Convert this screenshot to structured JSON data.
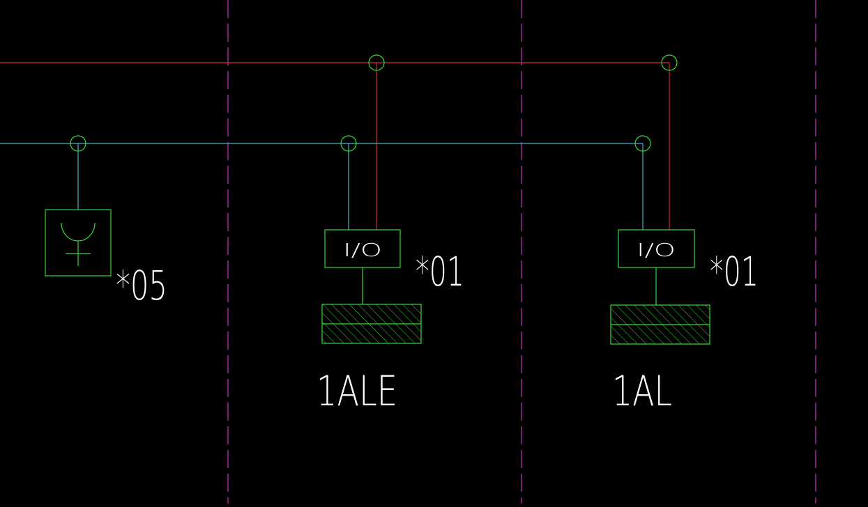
{
  "colors": {
    "background": "#000000",
    "grid_dashes": "#c832c8",
    "red_bus": "#d2283c",
    "cyan_bus": "#46b4c8",
    "green": "#32dc32",
    "white_text": "#ffffff"
  },
  "devices": [
    {
      "kind": "socket-symbol",
      "label": "*05"
    },
    {
      "kind": "io-module",
      "module_text": "I/O",
      "label": "*01",
      "panel_label": "1ALE"
    },
    {
      "kind": "io-module",
      "module_text": "I/O",
      "label": "*01",
      "panel_label": "1AL"
    }
  ]
}
